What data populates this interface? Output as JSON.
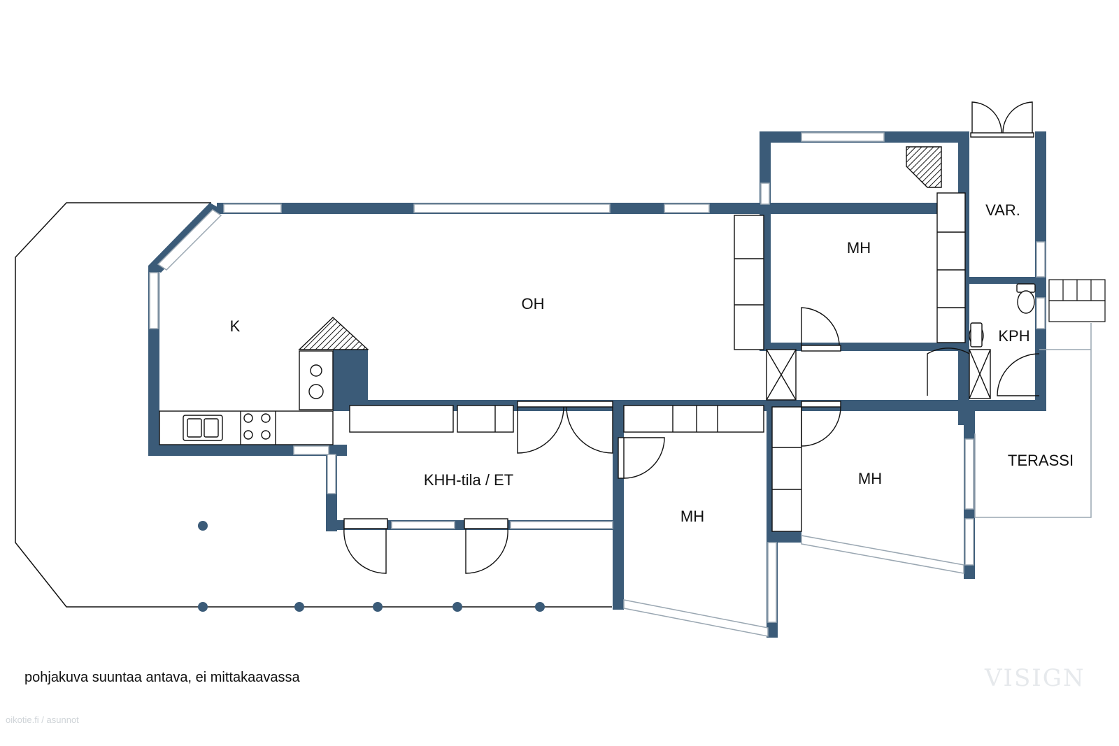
{
  "colors": {
    "wall": "#3b5b78",
    "line": "#111111",
    "window": "#9aa7b2",
    "watermark": "#e6e9ec"
  },
  "rooms": {
    "k": "K",
    "oh": "OH",
    "mh_top": "MH",
    "var": "VAR.",
    "kph": "KPH",
    "khh": "KHH-tila / ET",
    "mh_mid": "MH",
    "mh_right": "MH",
    "terassi": "TERASSI"
  },
  "footer": {
    "disclaimer": "pohjakuva suuntaa antava, ei mittakaavassa",
    "watermark": "VISIGN",
    "source": "oikotie.fi / asunnot"
  }
}
